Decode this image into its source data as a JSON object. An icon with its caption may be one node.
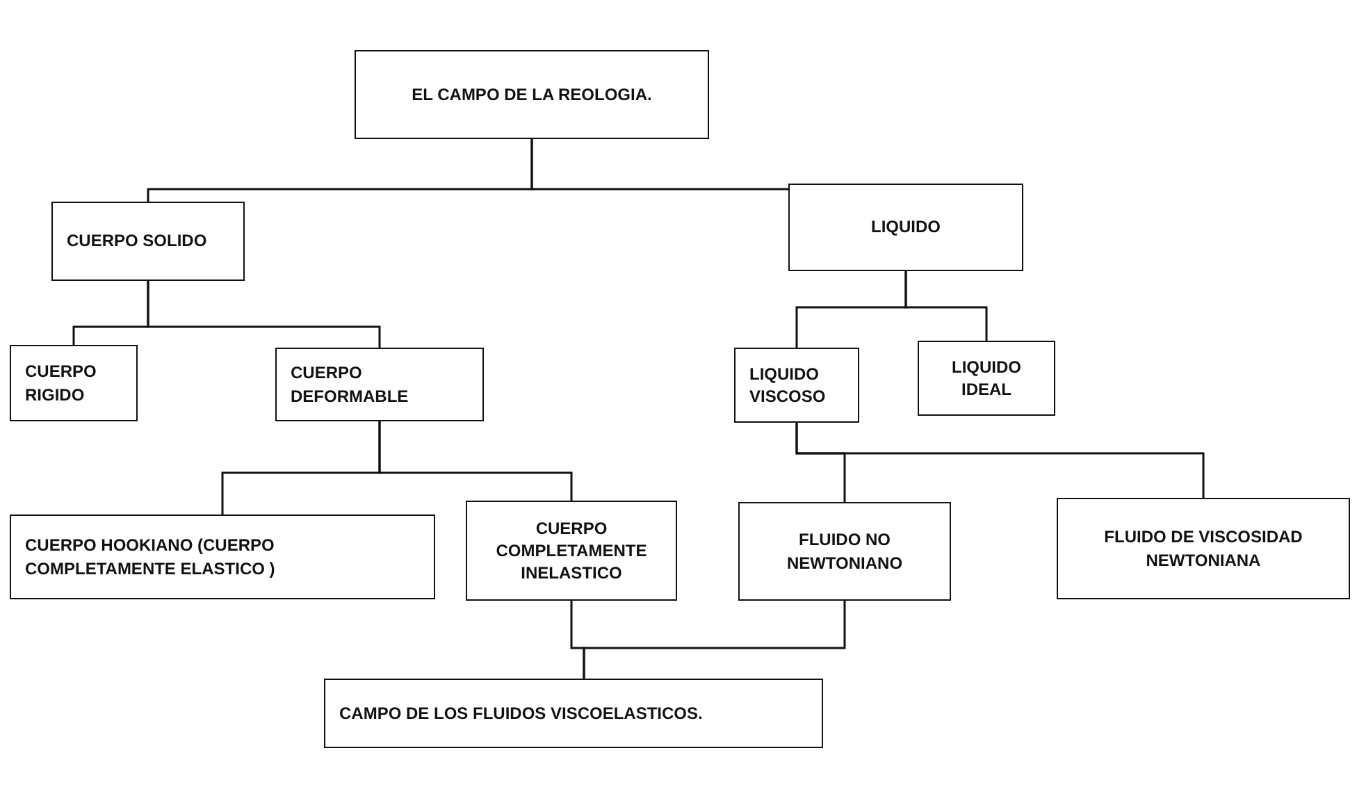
{
  "diagram": {
    "nodes": [
      {
        "text": [
          "EL CAMPO DE LA REOLOGIA."
        ]
      },
      {
        "text": [
          "CUERPO SOLIDO"
        ]
      },
      {
        "text": [
          "LIQUIDO"
        ]
      },
      {
        "text": [
          "CUERPO RIGIDO"
        ]
      },
      {
        "text": [
          "CUERPO DEFORMABLE"
        ]
      },
      {
        "text": [
          "LIQUIDO VISCOSO"
        ]
      },
      {
        "text": [
          "LIQUIDO IDEAL"
        ]
      },
      {
        "text": [
          "CUERPO HOOKIANO (CUERPO COMPLETAMENTE ELASTICO )"
        ]
      },
      {
        "text": [
          "CUERPO COMPLETAMENTE INELASTICO"
        ]
      },
      {
        "text": [
          "FLUIDO NO NEWTONIANO"
        ]
      },
      {
        "text": [
          "FLUIDO DE VISCOSIDAD NEWTONIANA"
        ]
      },
      {
        "text": [
          "CAMPO DE LOS FLUIDOS VISCOELASTICOS."
        ]
      }
    ],
    "edges": [
      {
        "from": 0,
        "to": 1,
        "arrow": "none"
      },
      {
        "from": 0,
        "to": 2,
        "arrow": "none"
      },
      {
        "from": 1,
        "to": 3,
        "arrow": "none"
      },
      {
        "from": 1,
        "to": 4,
        "arrow": "none"
      },
      {
        "from": 2,
        "to": 5,
        "arrow": "none"
      },
      {
        "from": 2,
        "to": 6,
        "arrow": "none"
      },
      {
        "from": 4,
        "to": 7,
        "arrow": "none"
      },
      {
        "from": 4,
        "to": 8,
        "arrow": "none"
      },
      {
        "from": 5,
        "to": 9,
        "arrow": "none"
      },
      {
        "from": 5,
        "to": 10,
        "arrow": "none"
      },
      {
        "from": 8,
        "to": 11,
        "arrow": "none"
      },
      {
        "from": 9,
        "to": 11,
        "arrow": "none"
      }
    ]
  }
}
